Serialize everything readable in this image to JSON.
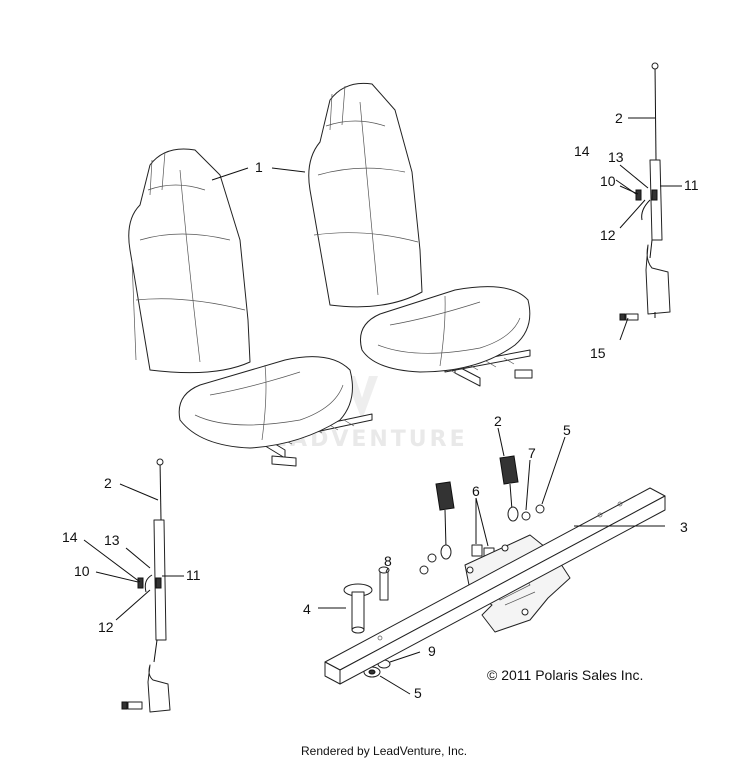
{
  "watermark": "LEADVENTURE",
  "callouts": [
    {
      "id": "c1",
      "text": "1"
    },
    {
      "id": "c2-tr",
      "text": "2"
    },
    {
      "id": "c13-tr",
      "text": "13"
    },
    {
      "id": "c14-tr",
      "text": "14"
    },
    {
      "id": "c10-tr",
      "text": "10"
    },
    {
      "id": "c11-tr",
      "text": "11"
    },
    {
      "id": "c12-tr",
      "text": "12"
    },
    {
      "id": "c15",
      "text": "15"
    },
    {
      "id": "c2-l",
      "text": "2"
    },
    {
      "id": "c13-l",
      "text": "13"
    },
    {
      "id": "c14-l",
      "text": "14"
    },
    {
      "id": "c10-l",
      "text": "10"
    },
    {
      "id": "c11-l",
      "text": "11"
    },
    {
      "id": "c12-l",
      "text": "12"
    },
    {
      "id": "c2-m",
      "text": "2"
    },
    {
      "id": "c7",
      "text": "7"
    },
    {
      "id": "c5-a",
      "text": "5"
    },
    {
      "id": "c6",
      "text": "6"
    },
    {
      "id": "c3",
      "text": "3"
    },
    {
      "id": "c8",
      "text": "8"
    },
    {
      "id": "c4",
      "text": "4"
    },
    {
      "id": "c9",
      "text": "9"
    },
    {
      "id": "c5-b",
      "text": "5"
    }
  ],
  "copyright": "© 2011 Polaris Sales Inc.",
  "footer": "Rendered by LeadVenture, Inc."
}
